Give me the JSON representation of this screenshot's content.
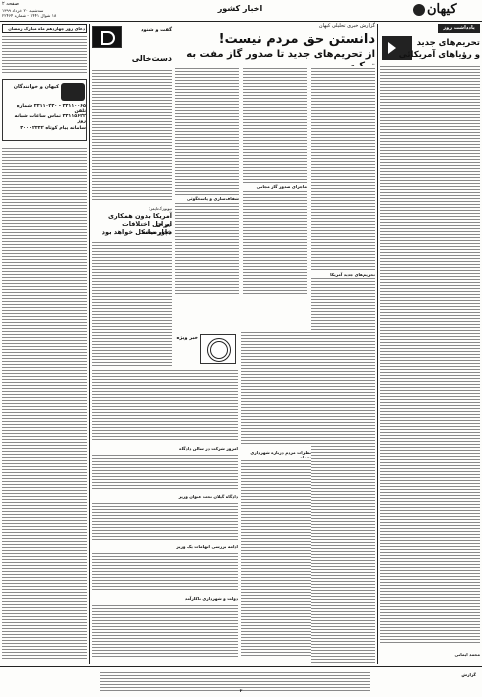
{
  "header": {
    "page_label": "صفحه ۲",
    "date_line_1": "سه‌شنبه ۲۰ خرداد ۱۳۹۹",
    "date_line_2": "۱۸ شوال ۱۴۴۱ - شماره ۲۲۴۶۴",
    "section_title": "اخبار کشور",
    "logo_text": "کیهان"
  },
  "editorial": {
    "label": "یادداشت روز",
    "title_line_1": "تحریم‌های جدید",
    "title_line_2": "و رؤیاهای آمریکائی",
    "author": "محمد ایمانی"
  },
  "main_story": {
    "kicker": "گزارش خبری تحلیلی کیهان",
    "headline_1": "دانستن حق مردم نیست!",
    "headline_2": "از تحریم‌های جدید تا صدور گاز مفت به ترکیه"
  },
  "sub_headings": {
    "mid_1": "ماجرای صدور گاز مجانی",
    "mid_2": "تحریم‌های جدید آمریکا",
    "mid_3": "شفاف‌سازی و پاسخگوئی"
  },
  "column_hand": {
    "label": "گفت و شنود",
    "title": "دست‌خالی"
  },
  "news_us_iran": {
    "kicker": "نیویورک‌تایمز:",
    "headline_1": "آمریکا بدون همکاری ایران",
    "headline_2": "در حل اختلافات خاورمیانه",
    "headline_3": "دچار مشکل خواهد بود"
  },
  "khabar_vijeh": {
    "label": "خبر ویژه"
  },
  "small_news": {
    "h1": "امروز شرکت در سالن دادگاه",
    "h2": "دادگاه گیلان تحت عنوان وزیر",
    "h3": "ادامه بررسی اتهامات یک وزیر",
    "h4": "دولت و شهرداری ناکارآمد",
    "h5": "نظرات مردم درباره شهرداری تهران"
  },
  "left_column": {
    "banner": "دعای روز چهاردهم ماه مبارک رمضان",
    "kayhan_box_title": "کیهان و خوانندگان",
    "phone_line_1": "۳۳۱۱۰۰۶۵ - ۳۳۱۱۰۲۳۰ شماره تلفن",
    "phone_line_2": "۳۳۱۱۵۶۲۲ تماس ساعات شبانه روز",
    "sms_line": "سامانه پیام کوتاه ۳۰۰۰۲۴۴۲"
  },
  "footer": {
    "page_number": "۲",
    "bottom_title": "گزارش"
  }
}
